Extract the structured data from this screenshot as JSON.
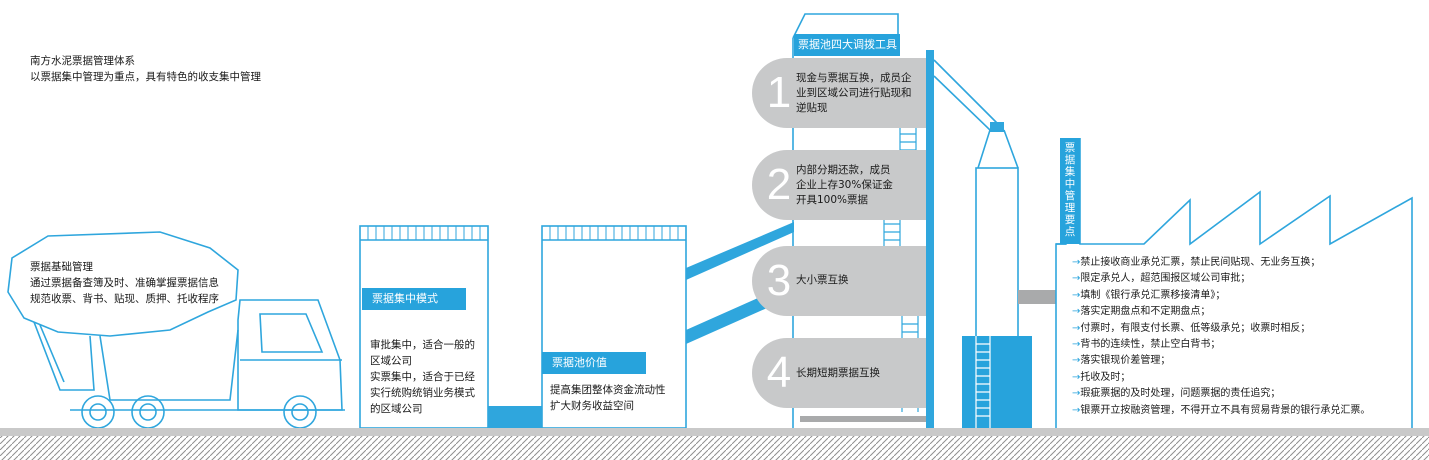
{
  "header": {
    "title": "南方水泥票据管理体系",
    "subtitle": "以票据集中管理为重点，具有特色的收支集中管理"
  },
  "basic_mgmt": {
    "title": "票据基础管理",
    "lines": [
      "通过票据备查簿及时、准确掌握票据信息",
      "规范收票、背书、贴现、质押、托收程序"
    ]
  },
  "concentration_mode": {
    "label": "票据集中模式",
    "lines": [
      "审批集中，适合一般的",
      "区域公司",
      "实票集中，适合于已经",
      "实行统购统销业务模式",
      "的区域公司"
    ]
  },
  "pool_value": {
    "label": "票据池价值",
    "lines": [
      "提高集团整体资金流动性",
      "扩大财务收益空间"
    ]
  },
  "tools": {
    "label": "票据池四大调拨工具",
    "items": [
      {
        "num": "1",
        "lines": [
          "现金与票据互换，成员企",
          "业到区域公司进行贴现和",
          "逆贴现"
        ]
      },
      {
        "num": "2",
        "lines": [
          "内部分期还款，成员",
          "企业上存30%保证金",
          "开具100%票据"
        ]
      },
      {
        "num": "3",
        "lines": [
          "大小票互换"
        ]
      },
      {
        "num": "4",
        "lines": [
          "长期短期票据互换"
        ]
      }
    ]
  },
  "key_points": {
    "label": "票据集中管理要点",
    "arrow": "→",
    "items": [
      "禁止接收商业承兑汇票，禁止民间贴现、无业务互换；",
      "限定承兑人，超范围报区域公司审批；",
      "填制《银行承兑汇票移接清单》；",
      "落实定期盘点和不定期盘点；",
      "付票时，有限支付长票、低等级承兑；收票时相反；",
      "背书的连续性，禁止空白背书；",
      "落实银现价差管理；",
      "托收及时；",
      "瑕疵票据的及时处理，问题票据的责任追究；",
      "银票开立按融资管理，不得开立不具有贸易背景的银行承兑汇票。"
    ]
  },
  "colors": {
    "accent": "#27a3dc",
    "pill": "#c8c9ca",
    "ground": "#c9c9c9",
    "connector": "#a9aaab"
  }
}
